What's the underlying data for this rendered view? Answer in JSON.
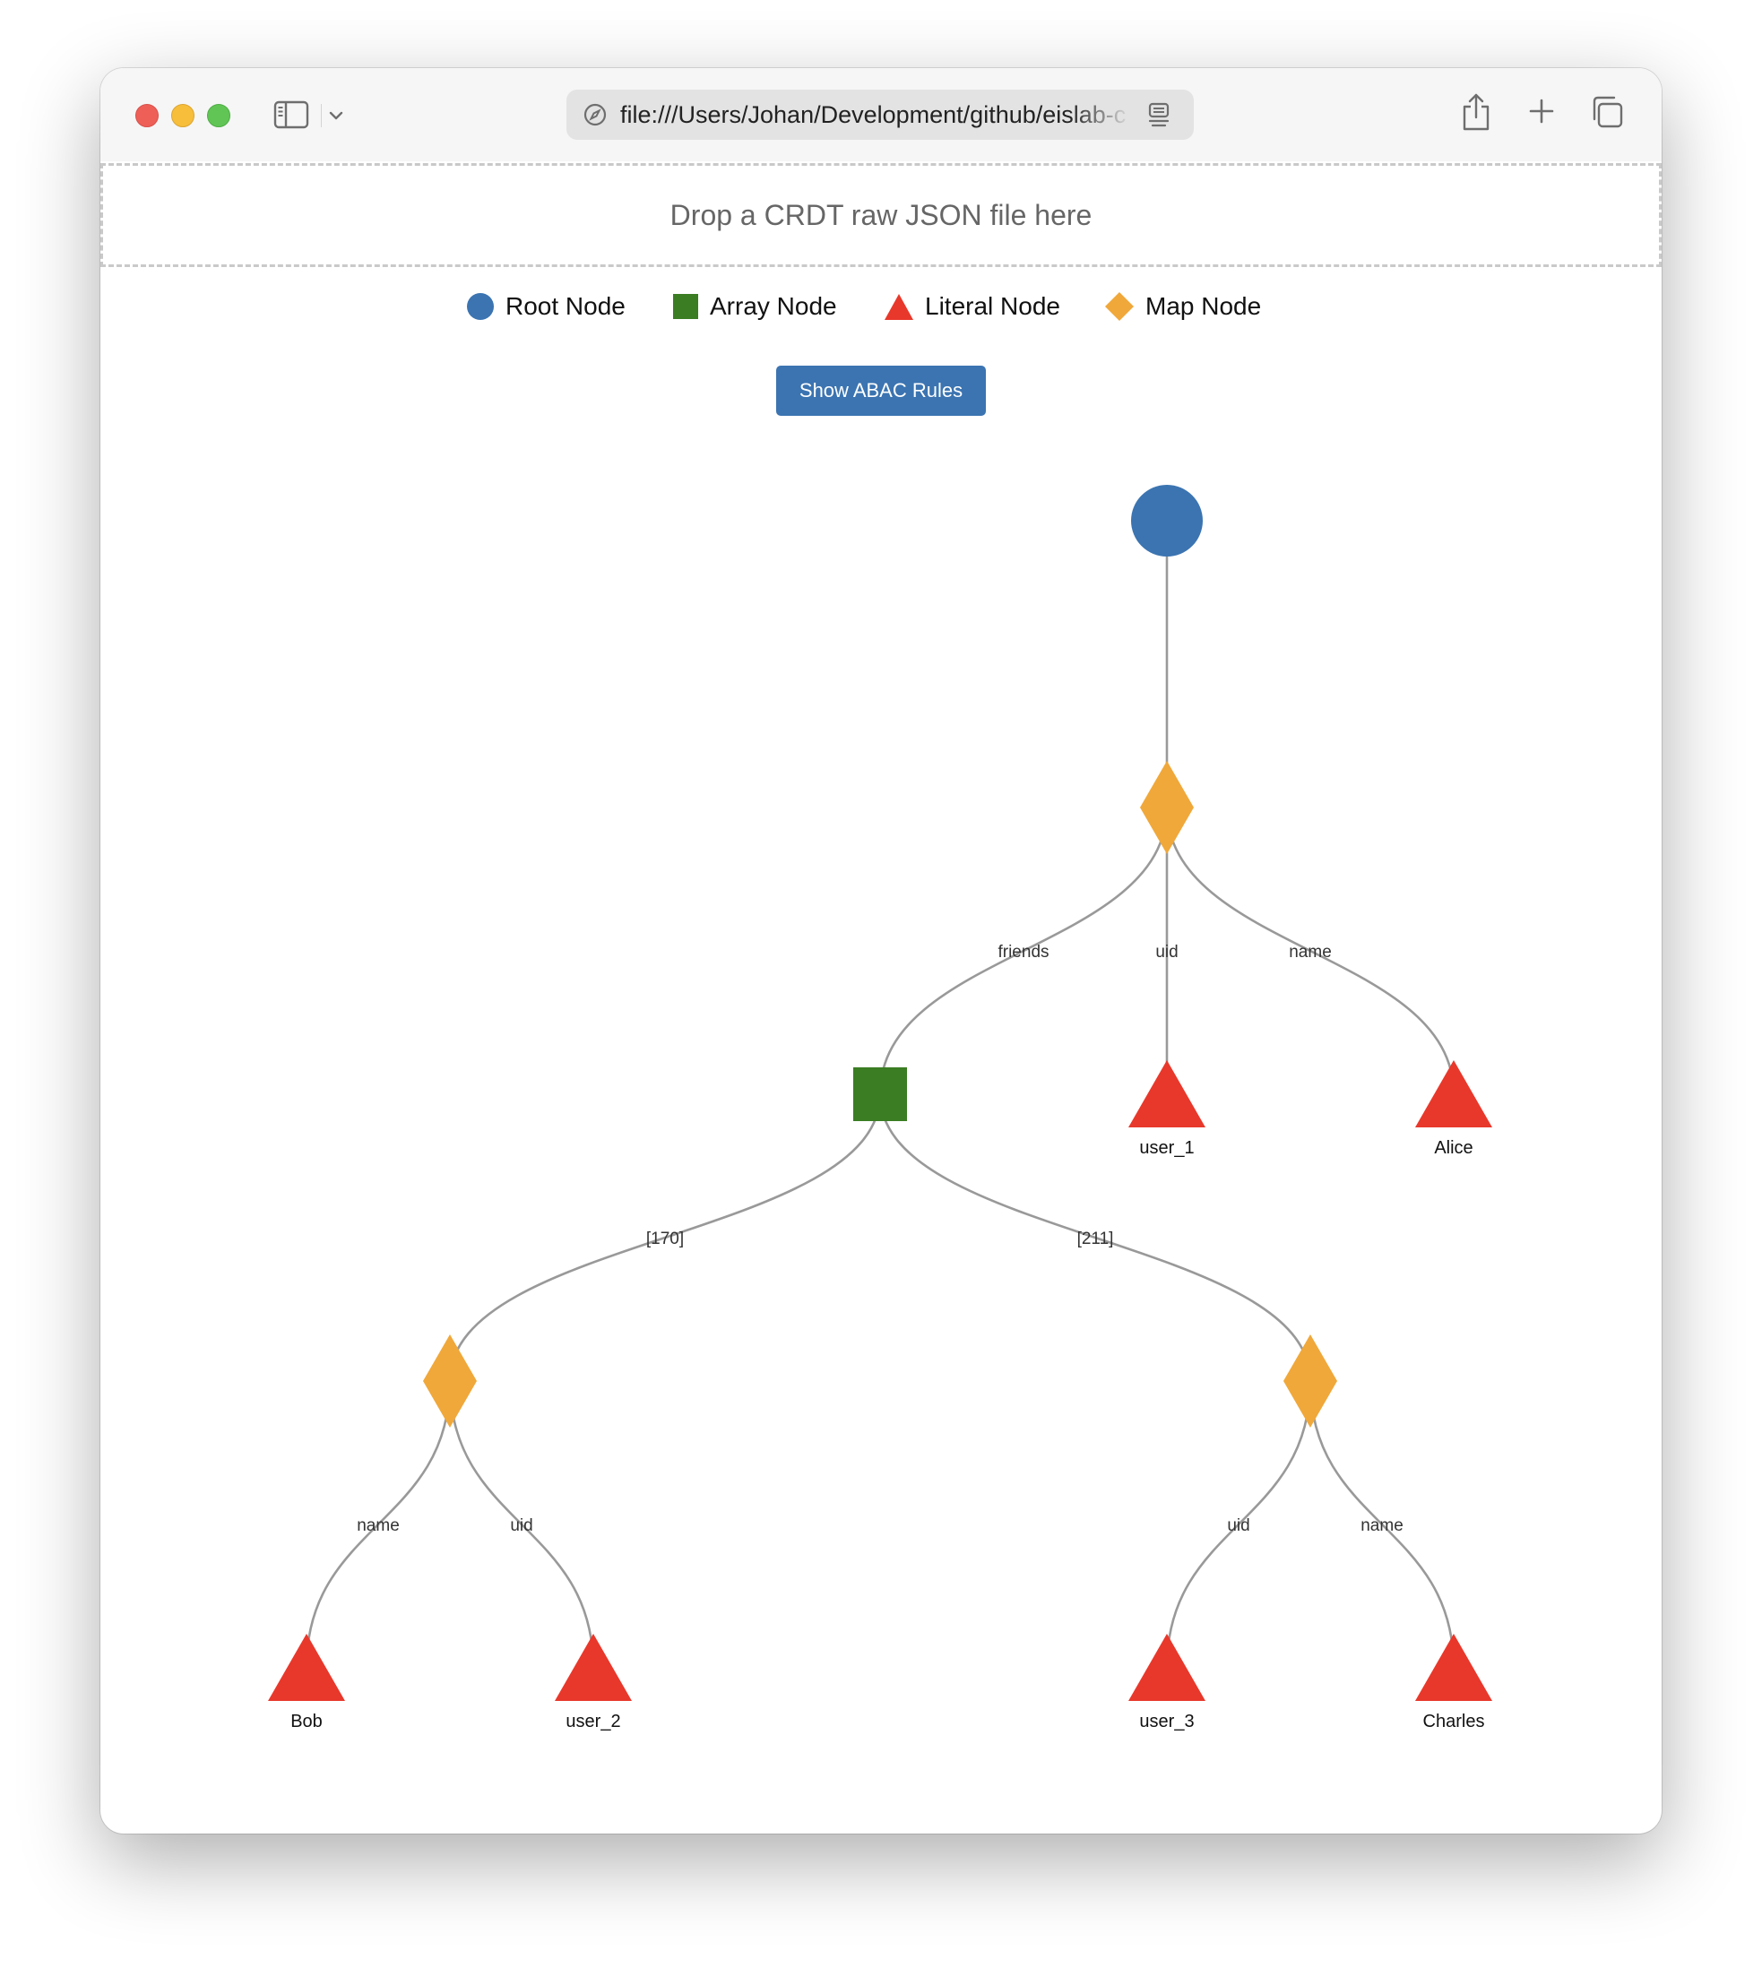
{
  "browser": {
    "url": "file:///Users/Johan/Development/github/eislab-c",
    "icons": [
      "sidebar-icon",
      "chevron-down-icon",
      "compass-icon",
      "reader-icon",
      "share-icon",
      "plus-icon",
      "tabs-icon"
    ]
  },
  "page": {
    "dropzone_text": "Drop a CRDT raw JSON file here",
    "legend": [
      {
        "label": "Root Node",
        "shape": "circle",
        "color": "#3b74b1"
      },
      {
        "label": "Array Node",
        "shape": "square",
        "color": "#3a7d22"
      },
      {
        "label": "Literal Node",
        "shape": "triangle",
        "color": "#e8382b"
      },
      {
        "label": "Map Node",
        "shape": "diamond",
        "color": "#f0a83a"
      }
    ],
    "abac_button": "Show ABAC Rules"
  },
  "tree": {
    "edge_color": "#999999",
    "nodes": [
      {
        "id": "root",
        "type": "root",
        "label": "",
        "depth": 0,
        "order": 3
      },
      {
        "id": "map1",
        "type": "map",
        "label": "",
        "depth": 1,
        "order": 3
      },
      {
        "id": "arr",
        "type": "array",
        "label": "",
        "depth": 2,
        "order": 2
      },
      {
        "id": "u1",
        "type": "literal",
        "label": "user_1",
        "depth": 2,
        "order": 3
      },
      {
        "id": "alice",
        "type": "literal",
        "label": "Alice",
        "depth": 2,
        "order": 4
      },
      {
        "id": "map2",
        "type": "map",
        "label": "",
        "depth": 3,
        "order": 0.5
      },
      {
        "id": "map3",
        "type": "map",
        "label": "",
        "depth": 3,
        "order": 3.5
      },
      {
        "id": "bob",
        "type": "literal",
        "label": "Bob",
        "depth": 4,
        "order": 0
      },
      {
        "id": "u2",
        "type": "literal",
        "label": "user_2",
        "depth": 4,
        "order": 1
      },
      {
        "id": "u3",
        "type": "literal",
        "label": "user_3",
        "depth": 4,
        "order": 3
      },
      {
        "id": "charles",
        "type": "literal",
        "label": "Charles",
        "depth": 4,
        "order": 4
      }
    ],
    "edges": [
      {
        "from": "root",
        "to": "map1",
        "label": ""
      },
      {
        "from": "map1",
        "to": "arr",
        "label": "friends"
      },
      {
        "from": "map1",
        "to": "u1",
        "label": "uid"
      },
      {
        "from": "map1",
        "to": "alice",
        "label": "name"
      },
      {
        "from": "arr",
        "to": "map2",
        "label": "[170]"
      },
      {
        "from": "arr",
        "to": "map3",
        "label": "[211]"
      },
      {
        "from": "map2",
        "to": "bob",
        "label": "name"
      },
      {
        "from": "map2",
        "to": "u2",
        "label": "uid"
      },
      {
        "from": "map3",
        "to": "u3",
        "label": "uid"
      },
      {
        "from": "map3",
        "to": "charles",
        "label": "name"
      }
    ]
  }
}
